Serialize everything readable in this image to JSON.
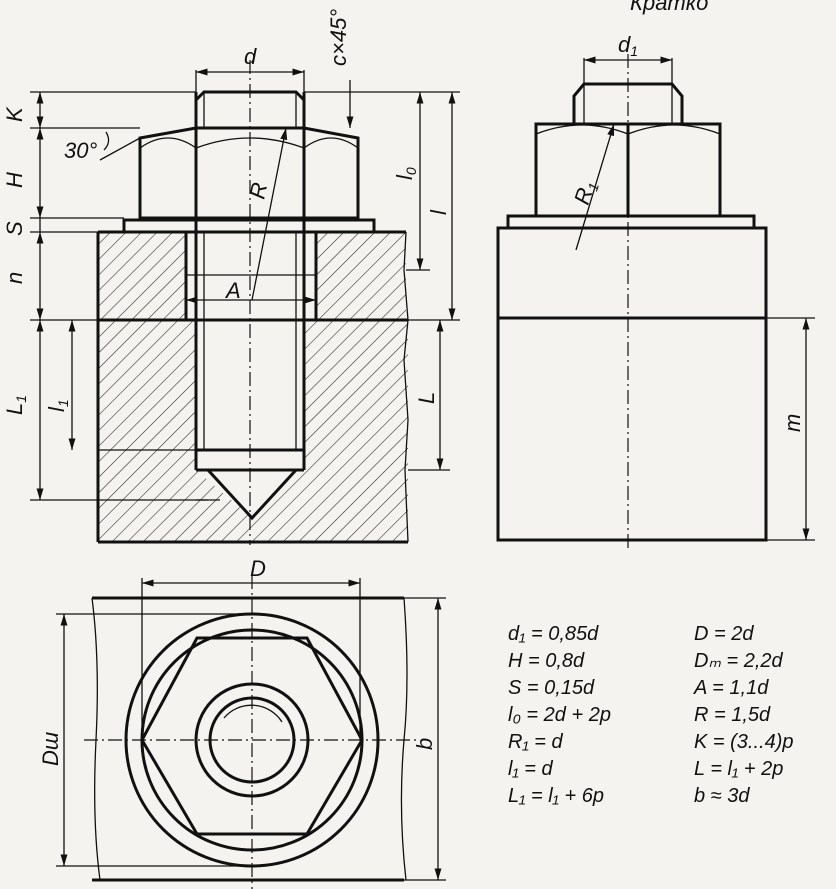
{
  "header_fragment": "Кратко",
  "labels": {
    "d": "d",
    "chamfer": "c×45°",
    "K": "K",
    "H": "H",
    "S": "S",
    "n": "n",
    "L1": "L",
    "L1_sub": "1",
    "l1": "l",
    "l1_sub": "1",
    "angle": "30°",
    "R": "R",
    "A": "A",
    "l0": "l",
    "l0_sub": "0",
    "l": "l",
    "L": "L",
    "d1": "d",
    "d1_sub": "1",
    "R1": "R",
    "R1_sub": "1",
    "m": "m",
    "D": "D",
    "Dsh": "Dш",
    "b": "b"
  },
  "formulas": {
    "left": [
      "d₁ = 0,85d",
      "H = 0,8d",
      "S = 0,15d",
      "l₀ = 2d + 2p",
      "R₁ = d",
      "l₁ = d",
      "L₁ = l₁ + 6p"
    ],
    "right": [
      "D = 2d",
      "Dₘ = 2,2d",
      "A = 1,1d",
      "R = 1,5d",
      "K = (3...4)p",
      "L = l₁ + 2p",
      "b ≈ 3d"
    ]
  }
}
